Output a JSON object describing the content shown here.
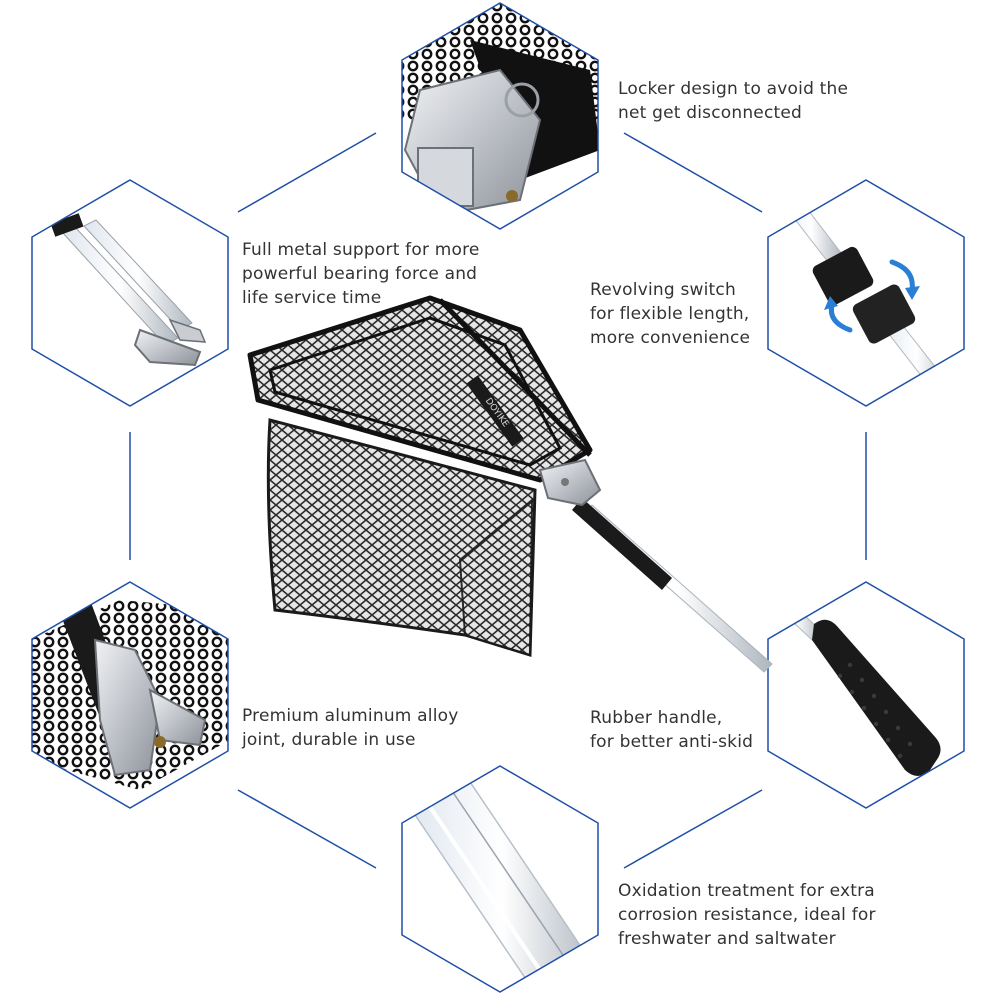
{
  "colors": {
    "outline": "#1f4fa8",
    "text": "#333333",
    "metal": "#c9ccd1",
    "rubber": "#1a1a1a",
    "mesh": "#2b2b2b",
    "accent_arrow": "#2a7fd4"
  },
  "features": {
    "locker": "Locker design to avoid the\nnet get disconnected",
    "metal_support": "Full metal support for more\npowerful bearing force and\nlife service time",
    "revolving_switch": "Revolving switch\nfor flexible length,\nmore convenience",
    "joint": "Premium aluminum alloy\njoint, durable in use",
    "handle": "Rubber handle,\nfor better anti-skid",
    "oxidation": "Oxidation treatment for extra\ncorrosion resistance, ideal for\nfreshwater and saltwater"
  },
  "product": {
    "net_label": "DOYIKE"
  }
}
